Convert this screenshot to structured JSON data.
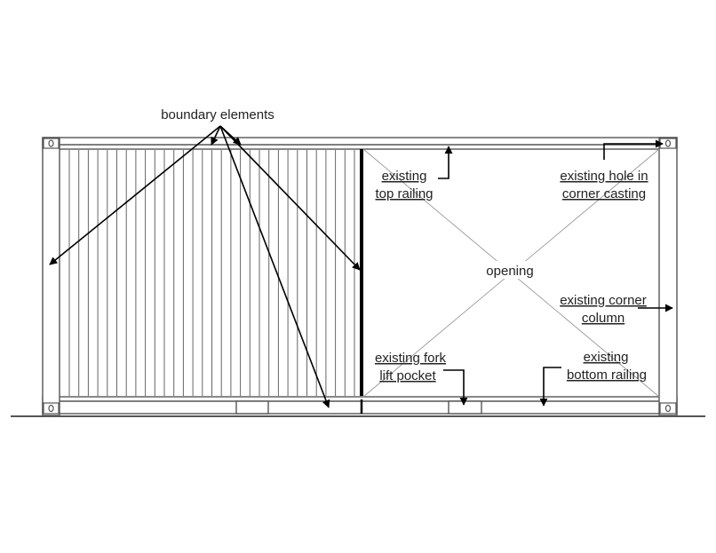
{
  "labels": {
    "boundary": "boundary elements",
    "top_railing": [
      "existing",
      "top railing"
    ],
    "corner_hole": [
      "existing hole in",
      "corner casting"
    ],
    "opening": "opening",
    "corner_column": [
      "existing corner",
      "column"
    ],
    "fork_pocket": [
      "existing fork",
      "lift pocket"
    ],
    "bottom_railing": [
      "existing",
      "bottom railing"
    ]
  },
  "colors": {
    "line": "#555555",
    "ink": "#000000",
    "text": "#222222"
  }
}
